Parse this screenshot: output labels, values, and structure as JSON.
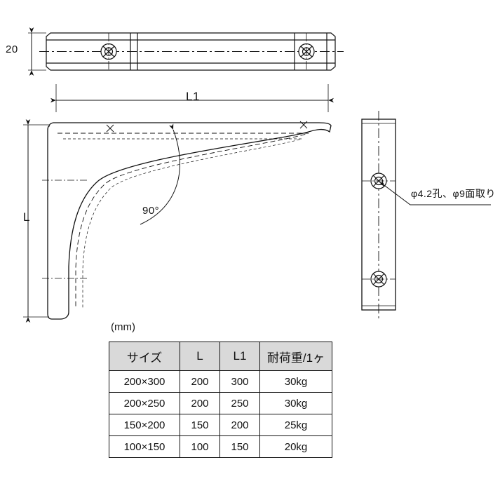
{
  "diagram": {
    "title_unit": "(mm)",
    "dimensions": {
      "top_thickness": "20",
      "length_l1": "L1",
      "height_l": "L",
      "angle": "90°"
    },
    "annotations": {
      "hole_note": "φ4.2孔、φ9面取り"
    }
  },
  "table": {
    "headers": [
      "サイズ",
      "L",
      "L1",
      "耐荷重/1ヶ"
    ],
    "rows": [
      [
        "200×300",
        "200",
        "300",
        "30kg"
      ],
      [
        "200×250",
        "200",
        "250",
        "30kg"
      ],
      [
        "150×200",
        "150",
        "200",
        "25kg"
      ],
      [
        "100×150",
        "100",
        "150",
        "20kg"
      ]
    ]
  },
  "colors": {
    "line": "#111111",
    "header_bg": "#d9d9d9",
    "background": "#ffffff"
  }
}
